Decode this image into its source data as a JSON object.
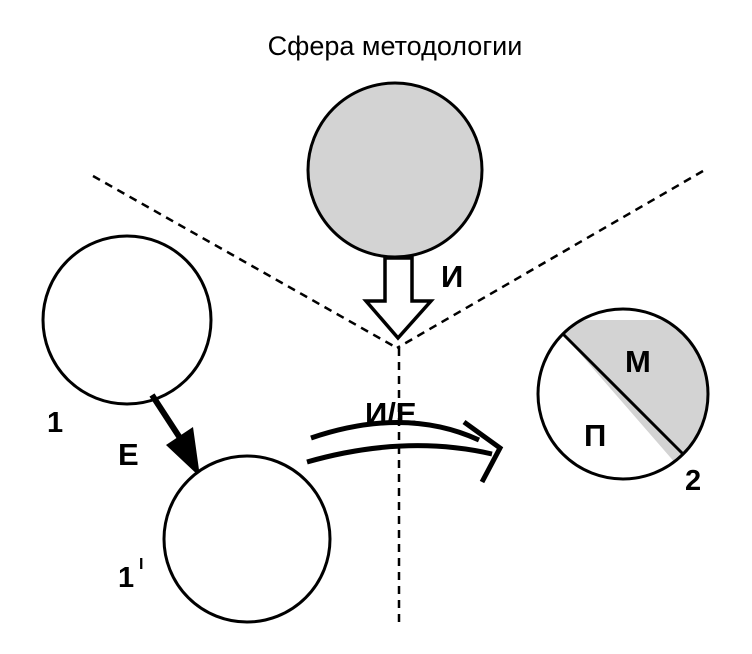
{
  "title": "Сфера методологии",
  "labels": {
    "i": "И",
    "e": "Е",
    "ie": "И/Е",
    "m": "М",
    "p": "П",
    "n1": "1",
    "n1prime": "1",
    "n1prime_sup": "I",
    "n2": "2"
  },
  "colors": {
    "fill_gray": "#d3d3d3",
    "stroke": "#000000",
    "background": "#ffffff"
  }
}
